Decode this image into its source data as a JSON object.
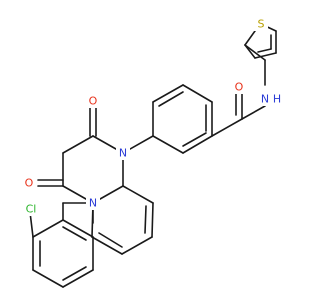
{
  "atoms": {
    "oxygen_carbonyl_top": "O",
    "oxygen_carbonyl_lower": "O",
    "oxygen_amide": "O",
    "nitrogen_ring_n3": "N",
    "nitrogen_ring_n1": "N",
    "nitrogen_amide": "N",
    "hydrogen_amide": "H",
    "sulfur_thiophene": "S",
    "chlorine": "Cl"
  },
  "colors": {
    "bond": "#1a1a1a",
    "oxygen": "#e8331c",
    "nitrogen": "#2b3cd6",
    "sulfur": "#b8a000",
    "chlorine": "#2db52d",
    "background": "#ffffff"
  }
}
